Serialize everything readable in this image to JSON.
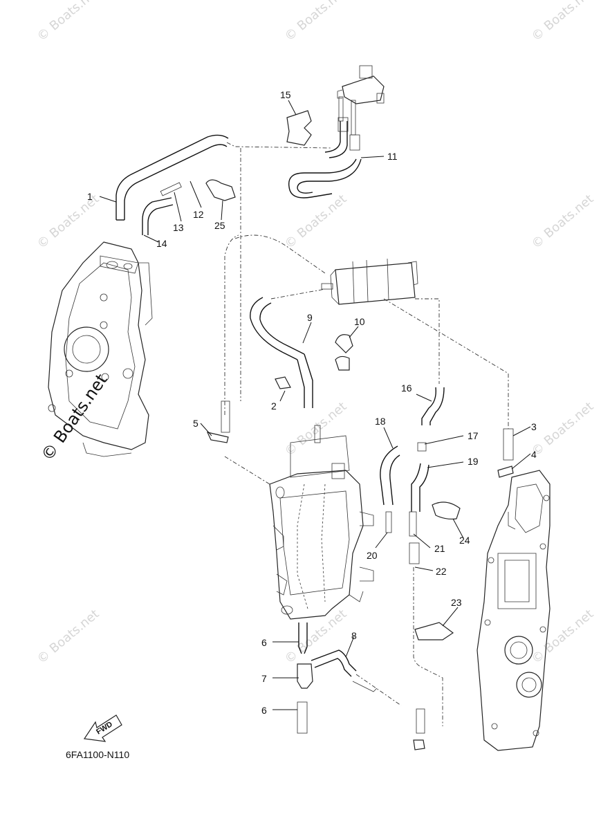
{
  "watermark_text": "© Boats.net",
  "diagram_code": "6FA1100-N110",
  "fwd_label": "FWD",
  "labels": {
    "p1": "1",
    "p2": "2",
    "p3": "3",
    "p4": "4",
    "p5": "5",
    "p6a": "6",
    "p6b": "6",
    "p7": "7",
    "p8": "8",
    "p9": "9",
    "p10": "10",
    "p11": "11",
    "p12": "12",
    "p13": "13",
    "p14": "14",
    "p15": "15",
    "p16": "16",
    "p17": "17",
    "p18": "18",
    "p19": "19",
    "p20": "20",
    "p21": "21",
    "p22": "22",
    "p23": "23",
    "p24": "24",
    "p25": "25"
  }
}
